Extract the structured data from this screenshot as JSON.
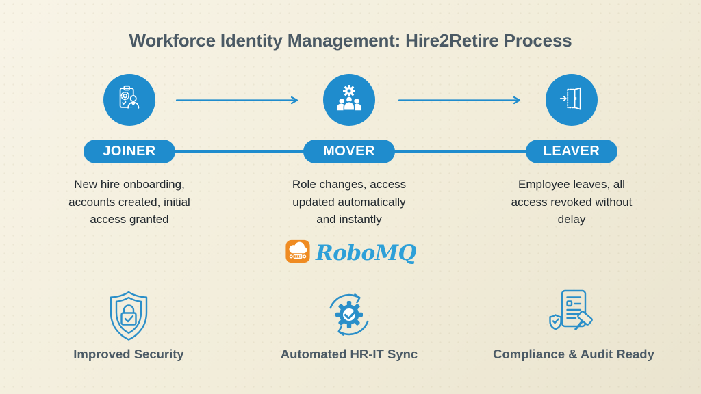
{
  "page": {
    "title": "Workforce Identity Management: Hire2Retire Process"
  },
  "colors": {
    "accent_blue": "#1f8ccd",
    "benefit_icon_blue": "#2b8fc9",
    "heading_text": "#4a5964",
    "body_text": "#21282e",
    "logo_orange": "#ef8b22",
    "logo_blue": "#2ea0d8",
    "background": "#f2edda",
    "pill_text": "#ffffff"
  },
  "stages": [
    {
      "label": "JOINER",
      "icon": "clipboard-gear-person-icon",
      "description_lines": [
        "New hire onboarding,",
        "accounts created, initial",
        "access granted"
      ]
    },
    {
      "label": "MOVER",
      "icon": "team-gear-icon",
      "description_lines": [
        "Role changes, access",
        "updated automatically",
        "and instantly"
      ]
    },
    {
      "label": "LEAVER",
      "icon": "exit-door-icon",
      "description_lines": [
        "Employee leaves, all",
        "access revoked without",
        "delay"
      ]
    }
  ],
  "logo": {
    "text": "RoboMQ",
    "icon": "cloud-queue-icon"
  },
  "benefits": [
    {
      "label": "Improved Security",
      "icon": "shield-lock-icon"
    },
    {
      "label": "Automated HR-IT Sync",
      "icon": "gear-sync-icon"
    },
    {
      "label": "Compliance & Audit Ready",
      "icon": "document-audit-icon"
    }
  ]
}
